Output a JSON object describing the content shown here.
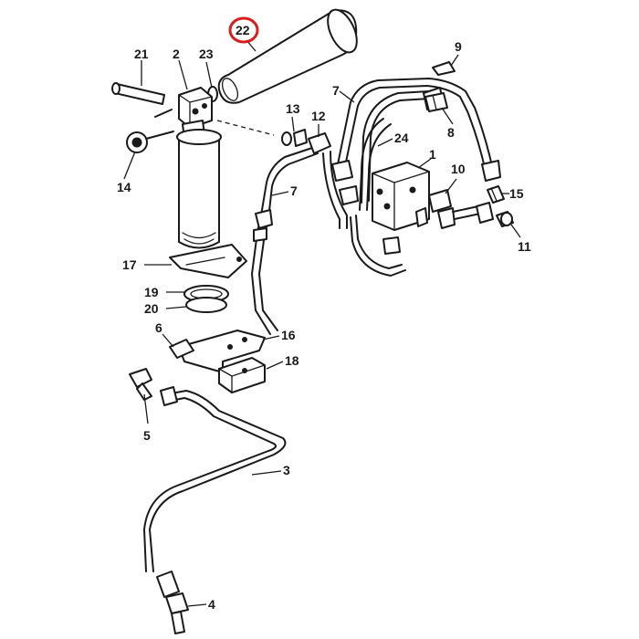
{
  "colors": {
    "line": "#1a1a1a",
    "highlight": "#d81e1e",
    "background": "#ffffff"
  },
  "highlighted_callout": "22",
  "callouts": {
    "c1": "1",
    "c2": "2",
    "c3": "3",
    "c4": "4",
    "c5": "5",
    "c6": "6",
    "c7a": "7",
    "c7b": "7",
    "c8": "8",
    "c9": "9",
    "c10": "10",
    "c11": "11",
    "c12": "12",
    "c13": "13",
    "c14": "14",
    "c15": "15",
    "c16": "16",
    "c17": "17",
    "c18": "18",
    "c19": "19",
    "c20": "20",
    "c21": "21",
    "c22": "22",
    "c23": "23",
    "c24": "24"
  }
}
